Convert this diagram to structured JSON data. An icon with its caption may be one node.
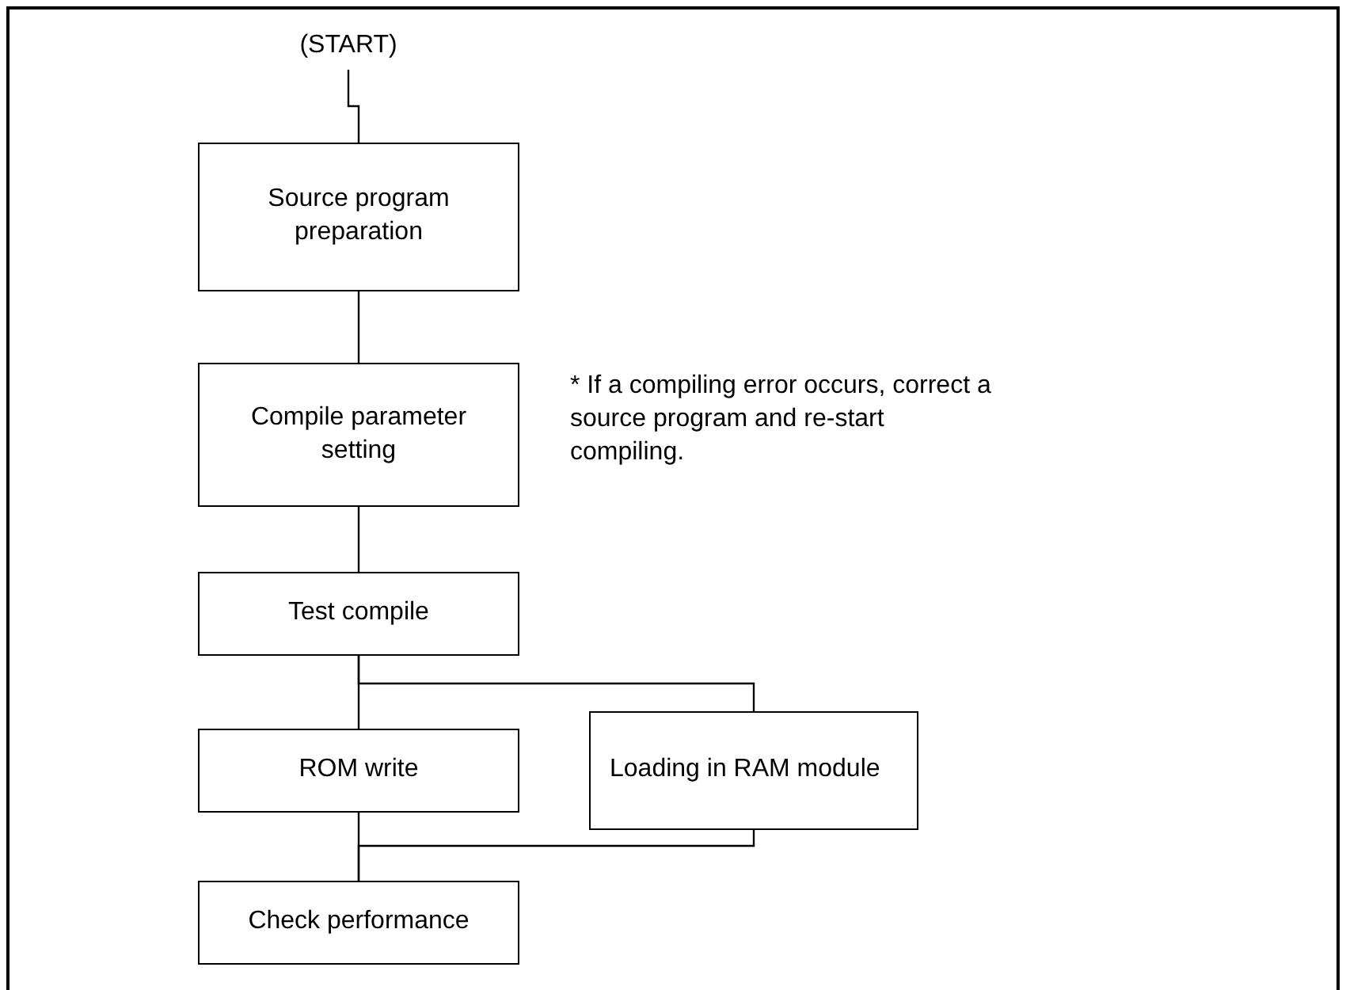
{
  "diagram": {
    "nodes": [
      {
        "text": [
          "(START)"
        ]
      },
      {
        "text": [
          "Source program preparation"
        ]
      },
      {
        "text": [
          "Compile parameter setting"
        ]
      },
      {
        "text": [
          "Test compile"
        ]
      },
      {
        "text": [
          "ROM write"
        ]
      },
      {
        "text": [
          "Loading in RAM module"
        ]
      },
      {
        "text": [
          "Check performance"
        ]
      }
    ],
    "edges": [
      {
        "from": 0,
        "to": 1,
        "arrow": "none"
      },
      {
        "from": 1,
        "to": 2,
        "arrow": "none"
      },
      {
        "from": 2,
        "to": 3,
        "arrow": "none"
      },
      {
        "from": 3,
        "to": 4,
        "arrow": "none"
      },
      {
        "from": 3,
        "to": 5,
        "arrow": "none"
      },
      {
        "from": 4,
        "to": 6,
        "arrow": "none"
      },
      {
        "from": 5,
        "to": 6,
        "arrow": "none"
      }
    ],
    "labels": [
      "* If a compiling error occurs, correct a source program and re-start compiling."
    ]
  }
}
